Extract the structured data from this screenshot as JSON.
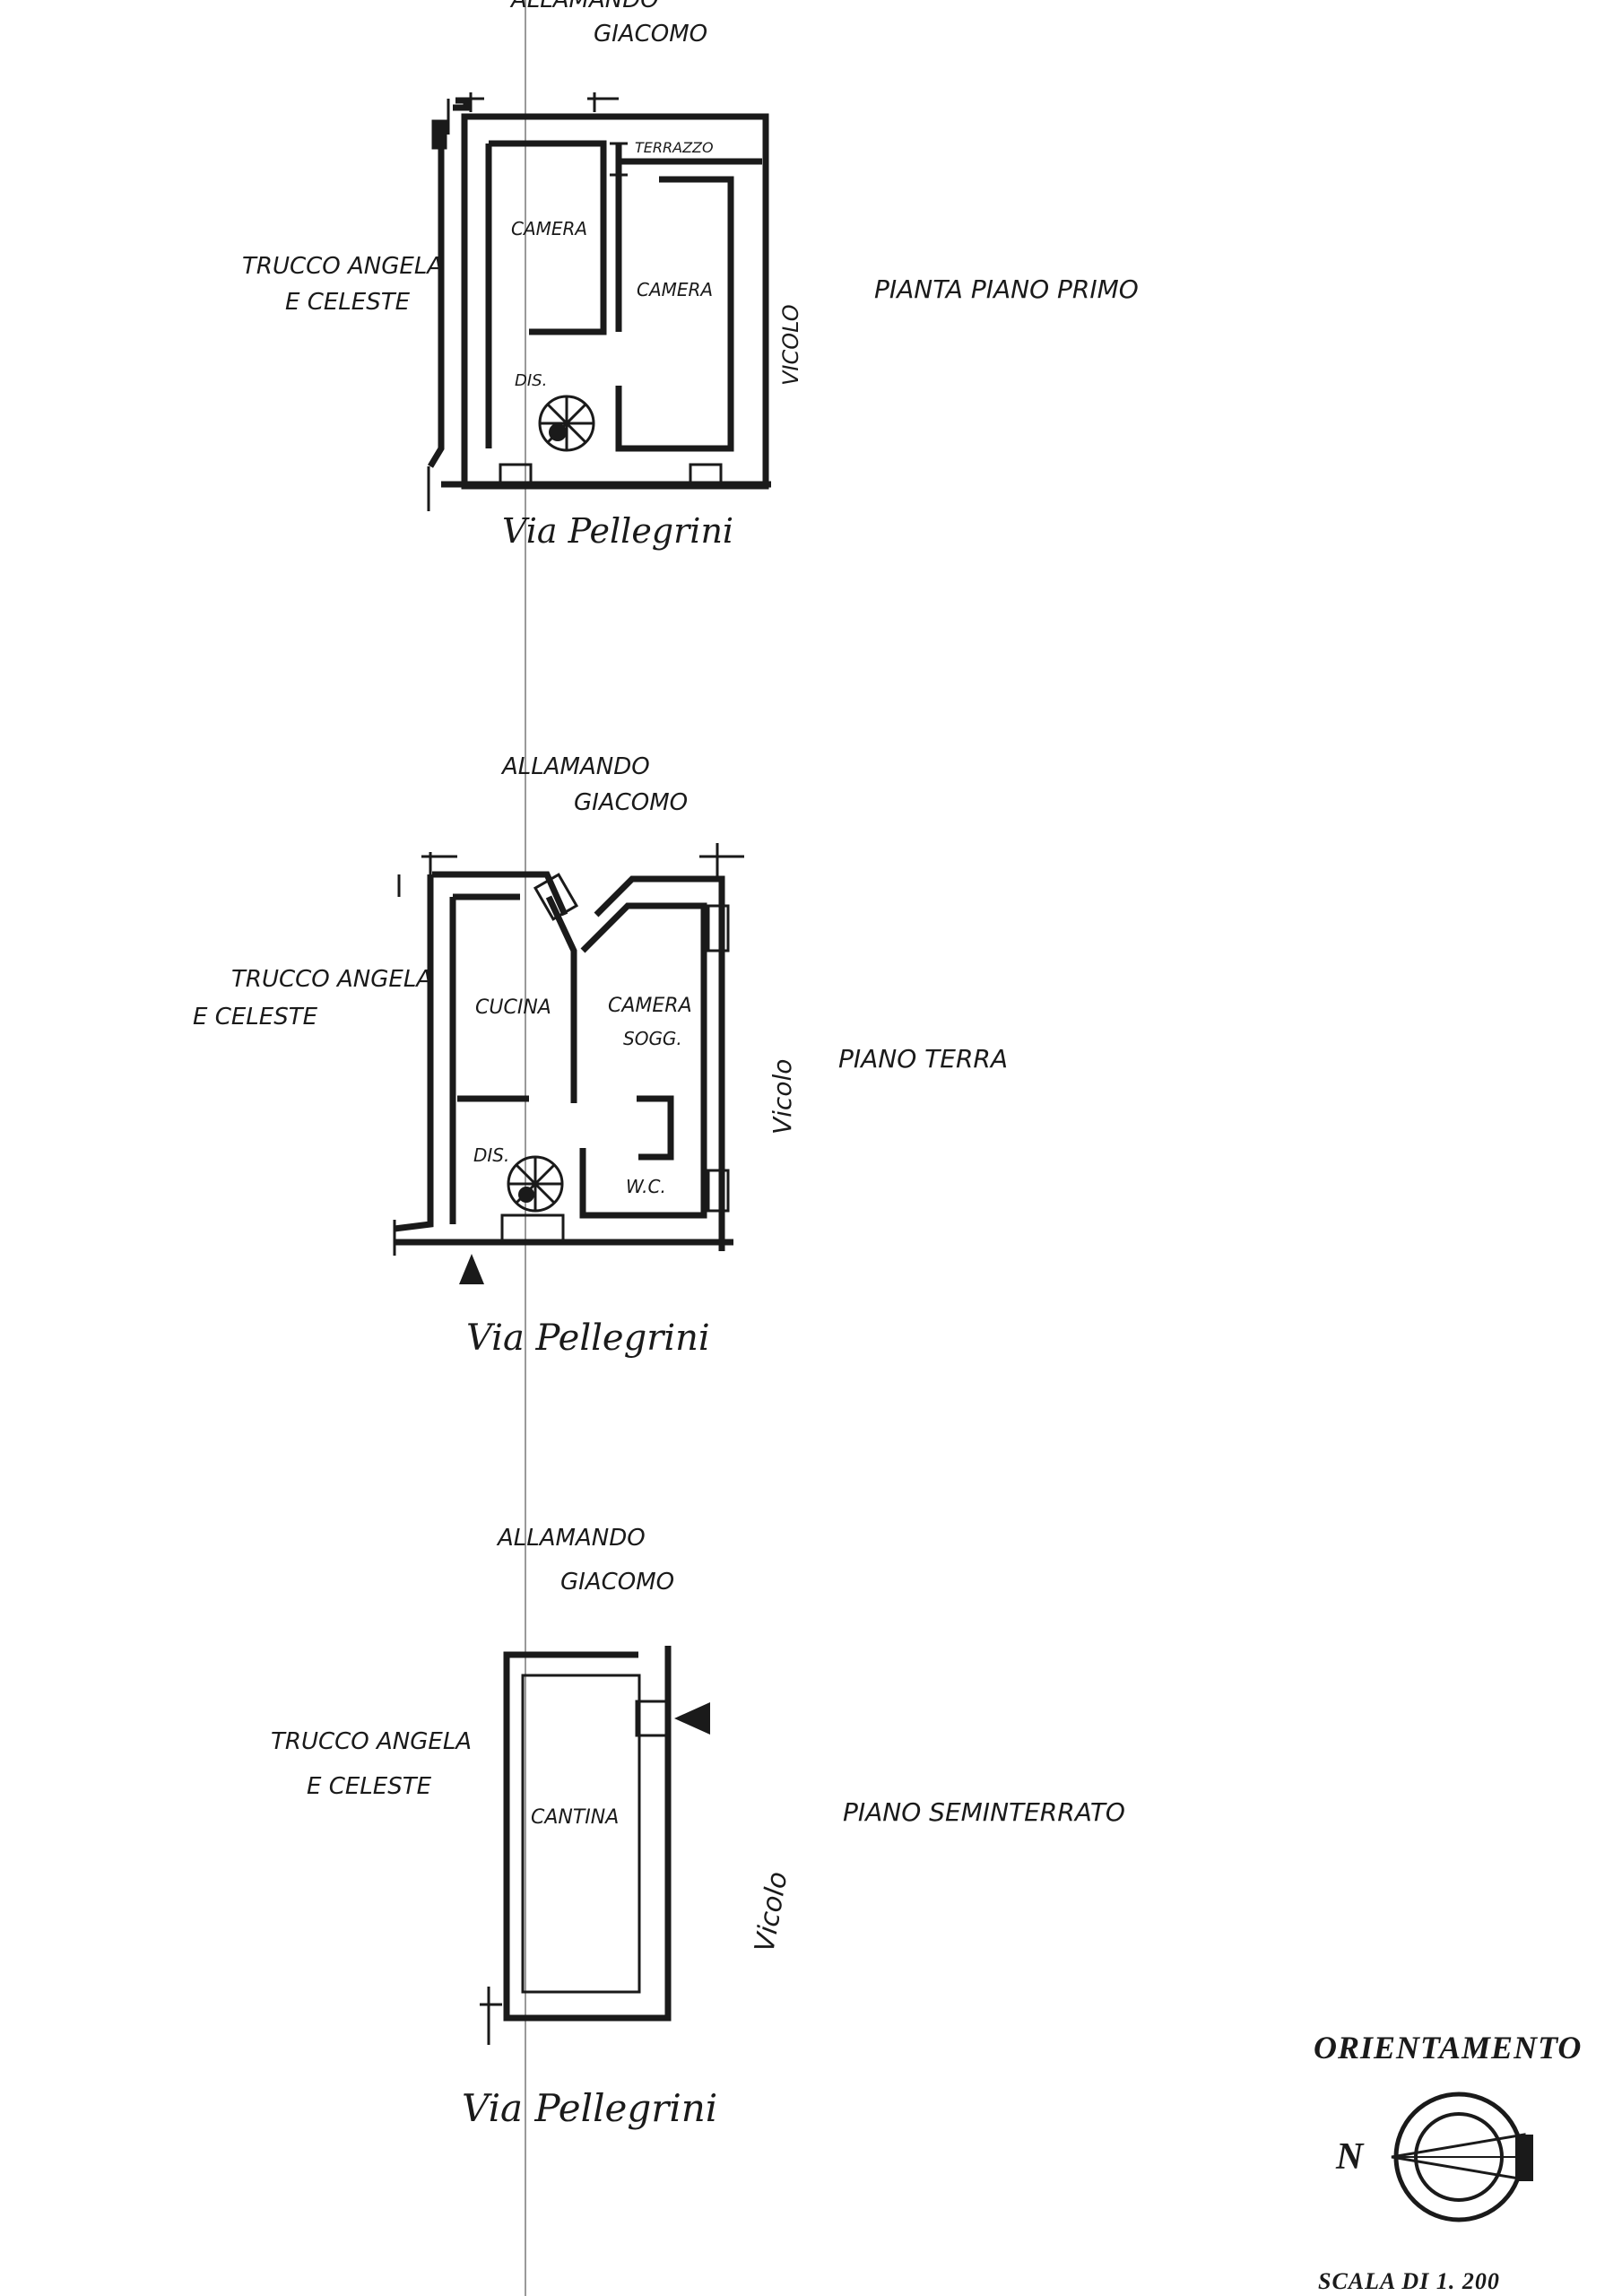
{
  "first_floor": {
    "north_neighbor": "ALLAMANDO",
    "north_neighbor_2": "GIACOMO",
    "west_neighbor": "TRUCCO ANGELA",
    "west_neighbor_2": "E CELESTE",
    "east_label": "VICOLO",
    "street": "Via Pellegrini",
    "title": "PIANTA PIANO PRIMO",
    "rooms": [
      "CAMERA",
      "CAMERA",
      "DIS.",
      "TERRAZZO"
    ]
  },
  "ground_floor": {
    "north_neighbor": "ALLAMANDO",
    "north_neighbor_2": "GIACOMO",
    "west_neighbor": "TRUCCO ANGELA",
    "west_neighbor_2": "E  CELESTE",
    "east_label": "Vicolo",
    "street": "Via Pellegrini",
    "title": "PIANO TERRA",
    "rooms": [
      "CUCINA",
      "CAMERA",
      "SOGG.",
      "DIS.",
      "W.C."
    ]
  },
  "basement": {
    "north_neighbor": "ALLAMANDO",
    "north_neighbor_2": "GIACOMO",
    "west_neighbor": "TRUCCO ANGELA",
    "west_neighbor_2": "E CELESTE",
    "east_label": "Vicolo",
    "street": "Via Pellegrini",
    "title": "PIANO SEMINTERRATO",
    "rooms": [
      "CANTINA"
    ]
  },
  "legend": {
    "orientation_title": "ORIENTAMENTO",
    "north_letter": "N",
    "scale": "SCALA DI 1. 200"
  }
}
